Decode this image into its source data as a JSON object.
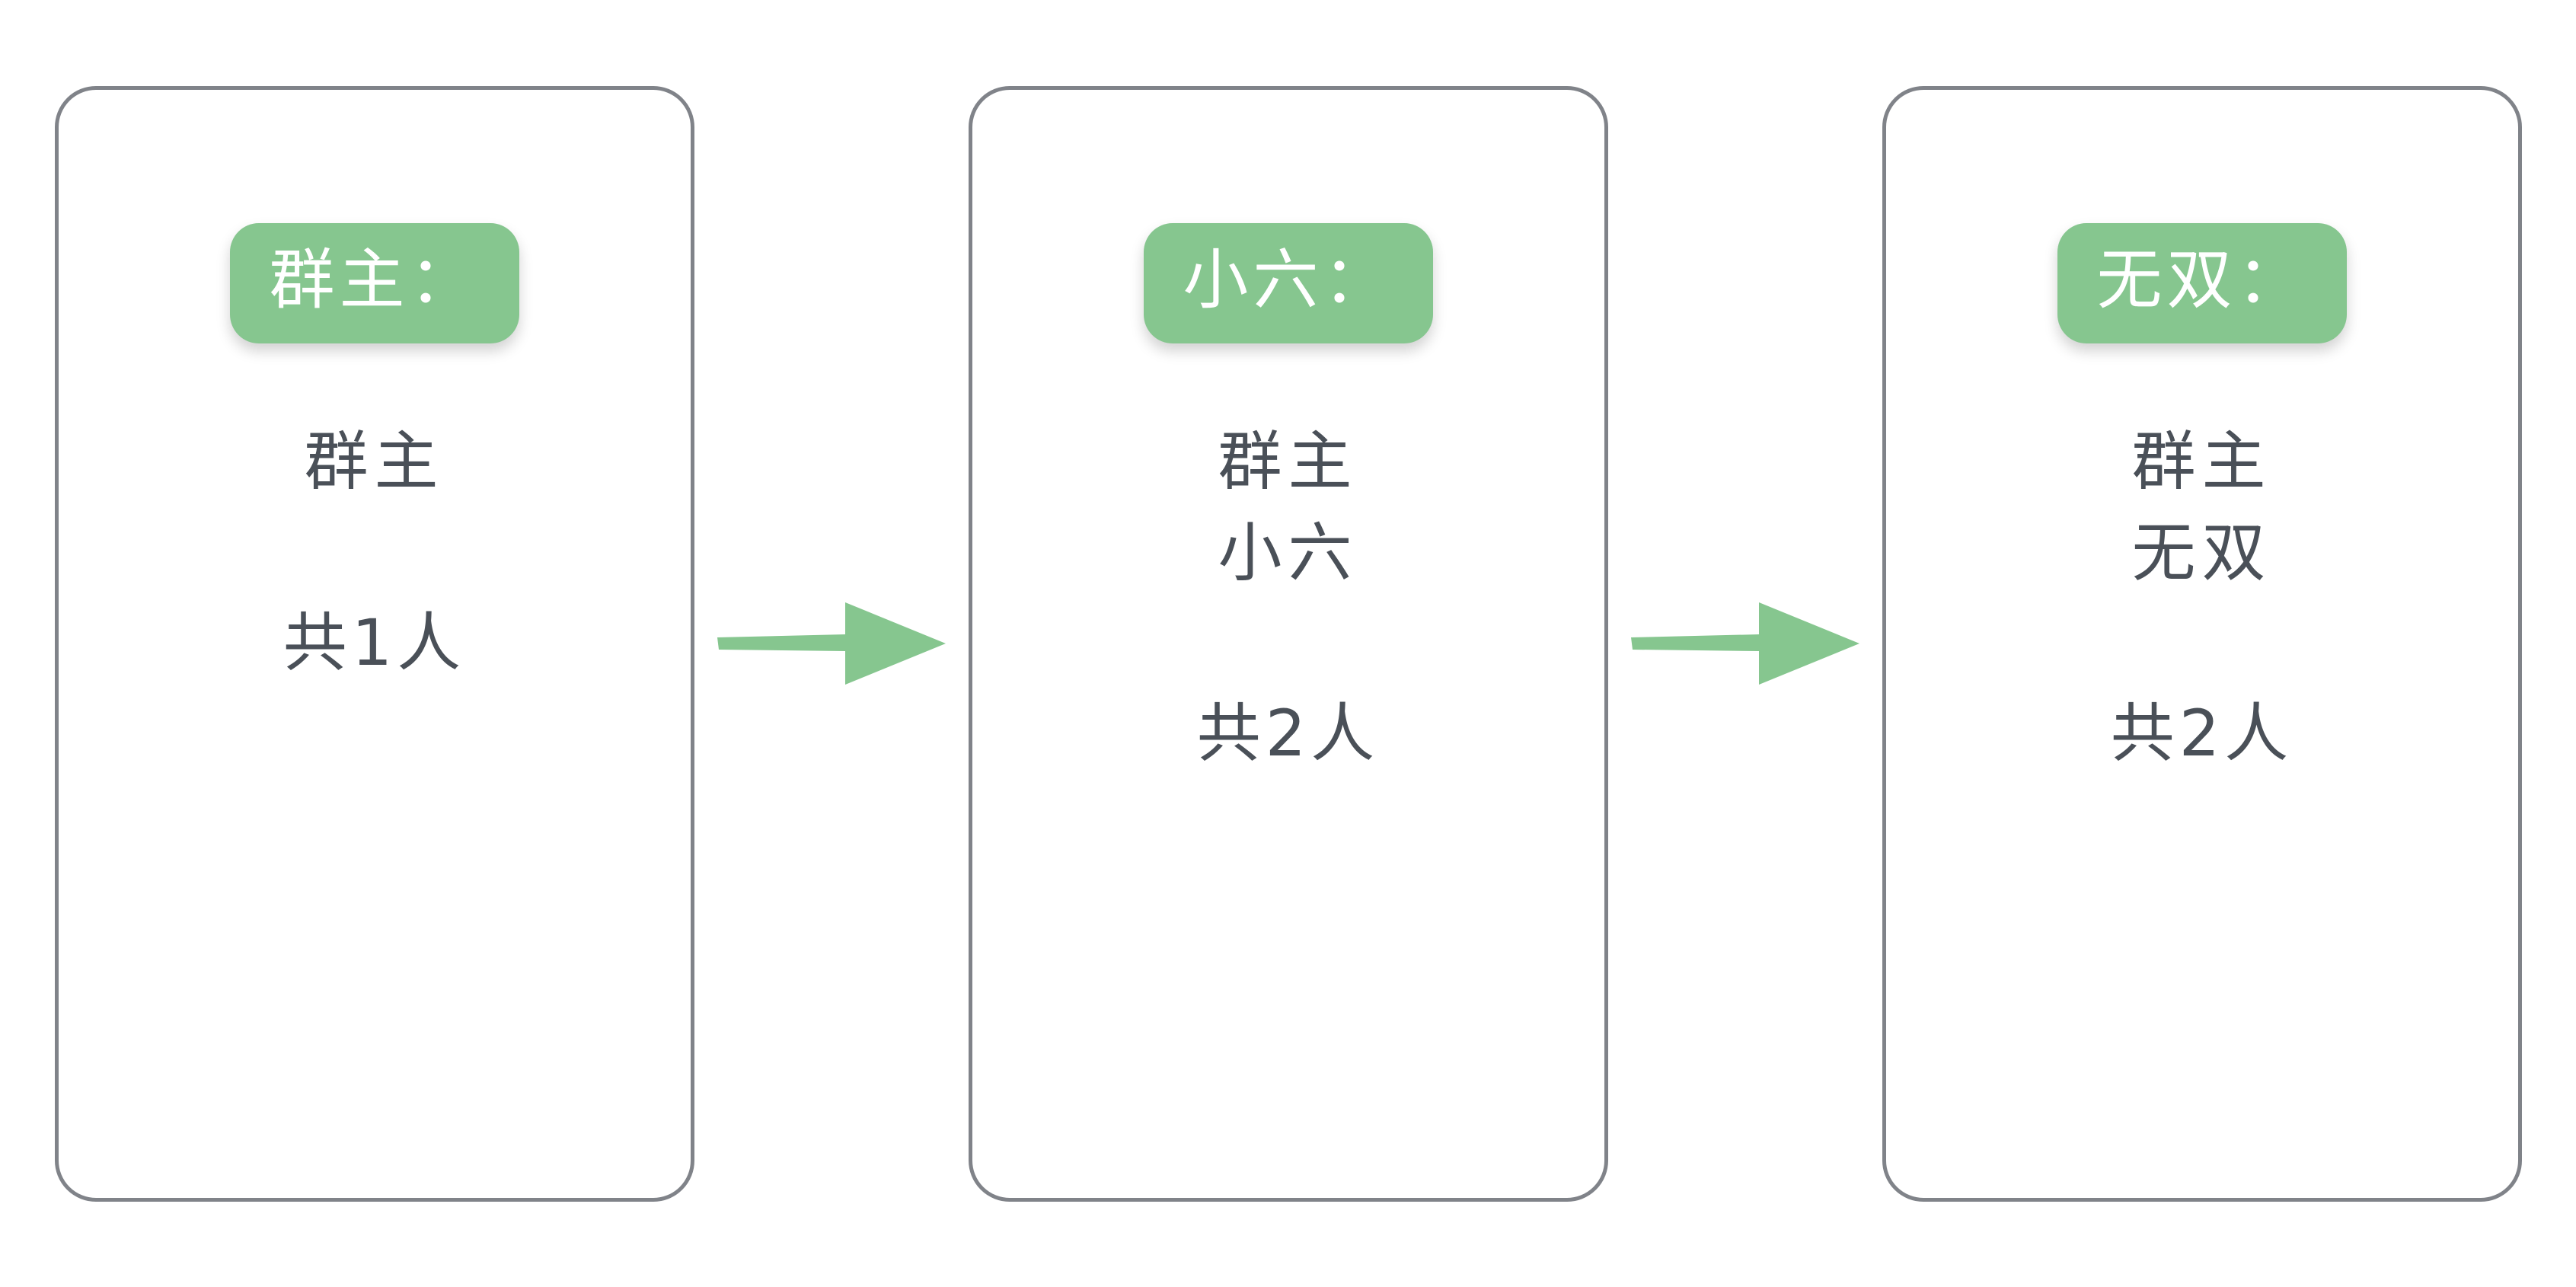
{
  "diagram": {
    "title": "group-owner-member-progression",
    "accent_green": "#86c68f",
    "card_border_gray": "#808389",
    "text_gray": "#4a5058",
    "badge_text_color": "#ffffff"
  },
  "cards": [
    {
      "badge_label": "群主：",
      "members": [
        "群主"
      ],
      "count_label": "共1人"
    },
    {
      "badge_label": "小六：",
      "members": [
        "群主",
        "小六"
      ],
      "count_label": "共2人"
    },
    {
      "badge_label": "无双：",
      "members": [
        "群主",
        "无双"
      ],
      "count_label": "共2人"
    }
  ],
  "arrows": [
    {
      "direction": "right",
      "color": "#86c68f"
    },
    {
      "direction": "right",
      "color": "#86c68f"
    }
  ]
}
